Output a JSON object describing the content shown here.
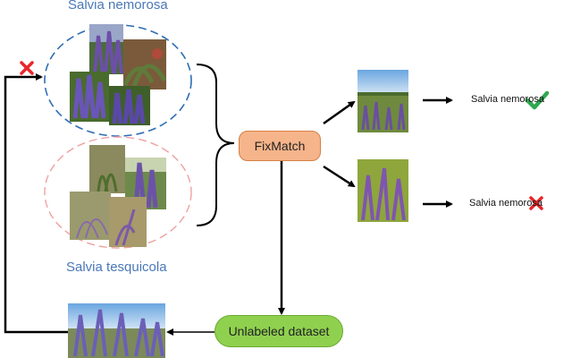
{
  "classes": [
    {
      "name": "Salvia nemorosa",
      "ellipse_color": "#2e6db4"
    },
    {
      "name": "Salvia tesquicola",
      "ellipse_color": "#f0a0a0"
    }
  ],
  "model": {
    "label": "FixMatch",
    "fill": "#f6b48a",
    "stroke": "#d77f45"
  },
  "dataset": {
    "label": "Unlabeled dataset",
    "fill": "#8fd14f",
    "stroke": "#6aaa2f"
  },
  "predictions": [
    {
      "label": "Salvia nemorosa",
      "status": "correct",
      "icon": "check-icon",
      "color": "#2fa84f"
    },
    {
      "label": "Salvia nemorosa",
      "status": "incorrect",
      "icon": "cross-icon",
      "color": "#e8262a"
    }
  ],
  "feedback": {
    "icon": "cross-icon",
    "color": "#e8262a"
  }
}
